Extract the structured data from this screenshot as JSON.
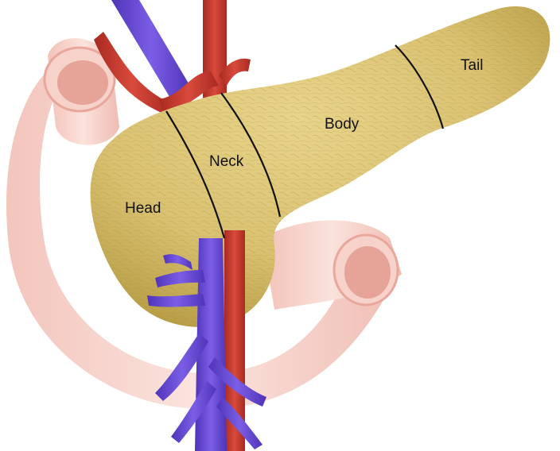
{
  "labels": {
    "head": "Head",
    "neck": "Neck",
    "body": "Body",
    "tail": "Tail"
  },
  "colors": {
    "pancreas": "#d9c171",
    "pancreas_shadow": "#b89d45",
    "duodenum": "#f7d2cb",
    "duodenum_dark": "#e9a79c",
    "artery": "#c83a2e",
    "vein": "#6a4bd6",
    "divider": "#111111"
  },
  "structures": [
    "duodenum",
    "pancreas",
    "aorta",
    "portal-vein",
    "splenic-artery"
  ]
}
